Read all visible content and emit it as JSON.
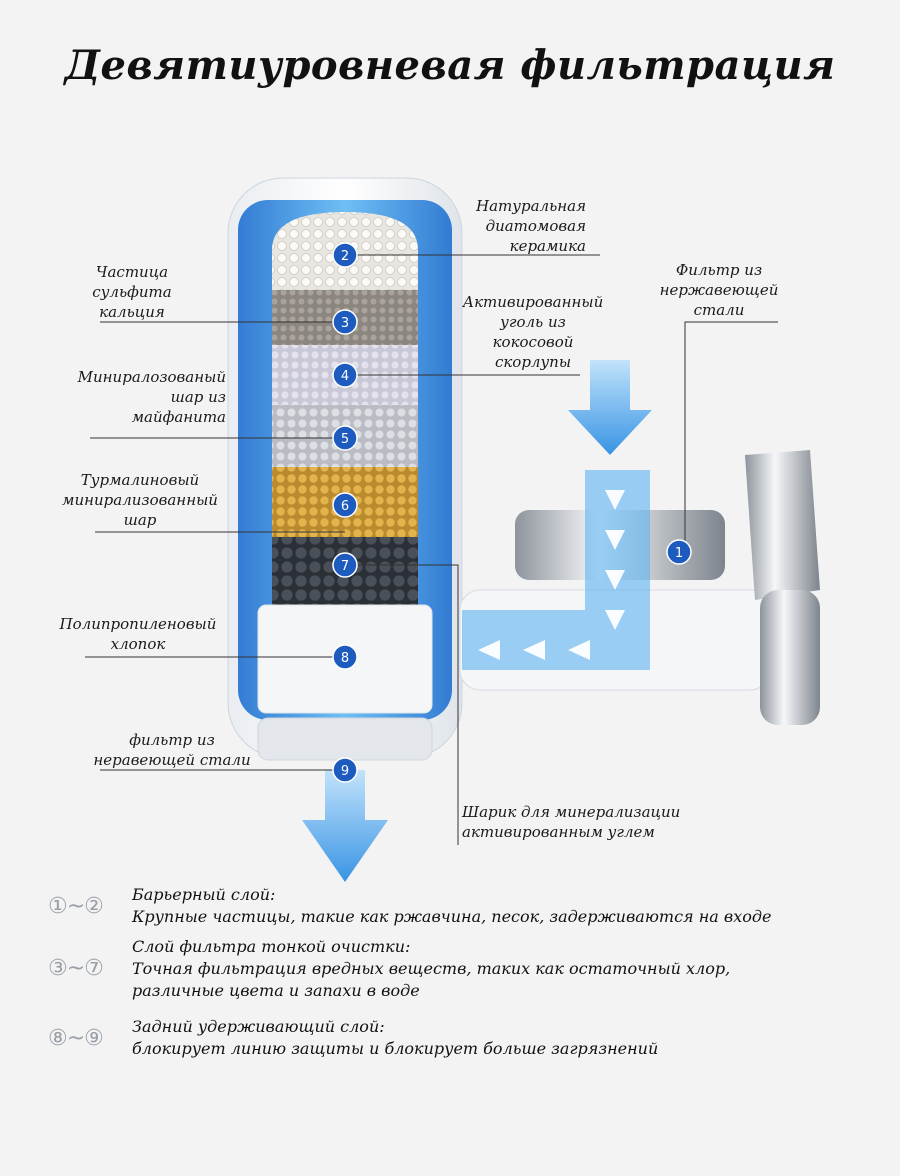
{
  "title": "Девятиуровневая фильтрация",
  "layers": {
    "l2": "Натуральная\nдиатомовая\nкерамика",
    "l3": "Частица\nсульфита\nкальция",
    "l4": "Активированный\nуголь из\nкокосовой\nскорлупы",
    "l5": "Миниралозованый\nшар из\nмайфанита",
    "l6": "Турмалиновый\nминирализованный\nшар",
    "l7": "Шарик для минерализации\nактивированным углем",
    "l8": "Полипропиленовый\nхлопок",
    "l9": "фильтр из\nнеравеющей стали",
    "l1": "Фильтр из\nнержавеющей\nстали"
  },
  "markers": [
    "1",
    "2",
    "3",
    "4",
    "5",
    "6",
    "7",
    "8",
    "9"
  ],
  "legend": [
    {
      "range": "①~②",
      "head": "Барьерный слой:",
      "desc": "Крупные частицы, такие как ржавчина, песок, задерживаются на входе"
    },
    {
      "range": "③~⑦",
      "head": "Слой фильтра тонкой очистки:",
      "desc": "Точная фильтрация вредных веществ, таких как остаточный хлор,\nразличные цвета и запахи в воде"
    },
    {
      "range": "⑧~⑨",
      "head": "Задний удерживающий слой:",
      "desc": "блокирует линию защиты и блокирует больше загрязнений"
    }
  ],
  "colors": {
    "marker": "#1e5bbf",
    "water": "#3aa0ec",
    "band": "#d7dde3"
  }
}
